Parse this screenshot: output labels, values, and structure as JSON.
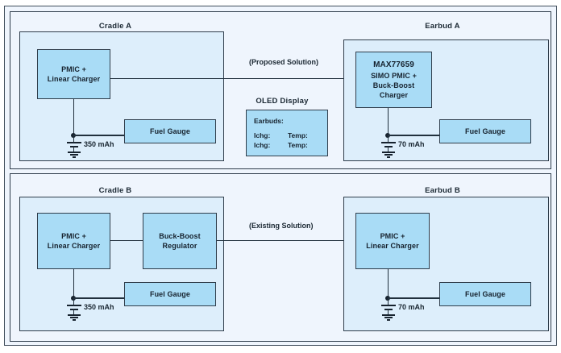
{
  "diagram": {
    "title": "Earbud charging architecture block diagram",
    "colors": {
      "panel_background": "#eff5fd",
      "region_background": "#ddeefb",
      "block_fill": "#a9dcf6",
      "border": "#2f3d4b",
      "text": "#16222e"
    },
    "panels": [
      {
        "id": "panel-a",
        "flow_label": "(Proposed Solution)",
        "cradle": {
          "label": "Cradle A",
          "pmic": {
            "line1": "PMIC +",
            "line2": "Linear Charger"
          },
          "fuel_gauge": "Fuel Gauge",
          "battery": "350 mAh"
        },
        "oled": {
          "label": "OLED Display",
          "header": "Earbuds:",
          "rows": [
            {
              "left": "Ichg:",
              "right": "Temp:"
            },
            {
              "left": "Ichg:",
              "right": "Temp:"
            }
          ]
        },
        "earbud": {
          "label": "Earbud A",
          "chip": {
            "part": "MAX77659",
            "line1": "SIMO PMIC +",
            "line2": "Buck-Boost",
            "line3": "Charger"
          },
          "fuel_gauge": "Fuel Gauge",
          "battery": "70 mAh"
        }
      },
      {
        "id": "panel-b",
        "flow_label": "(Existing Solution)",
        "cradle": {
          "label": "Cradle B",
          "pmic": {
            "line1": "PMIC +",
            "line2": "Linear Charger"
          },
          "regulator": {
            "line1": "Buck-Boost",
            "line2": "Regulator"
          },
          "fuel_gauge": "Fuel Gauge",
          "battery": "350 mAh"
        },
        "earbud": {
          "label": "Earbud B",
          "pmic": {
            "line1": "PMIC +",
            "line2": "Linear Charger"
          },
          "fuel_gauge": "Fuel Gauge",
          "battery": "70 mAh"
        }
      }
    ]
  }
}
